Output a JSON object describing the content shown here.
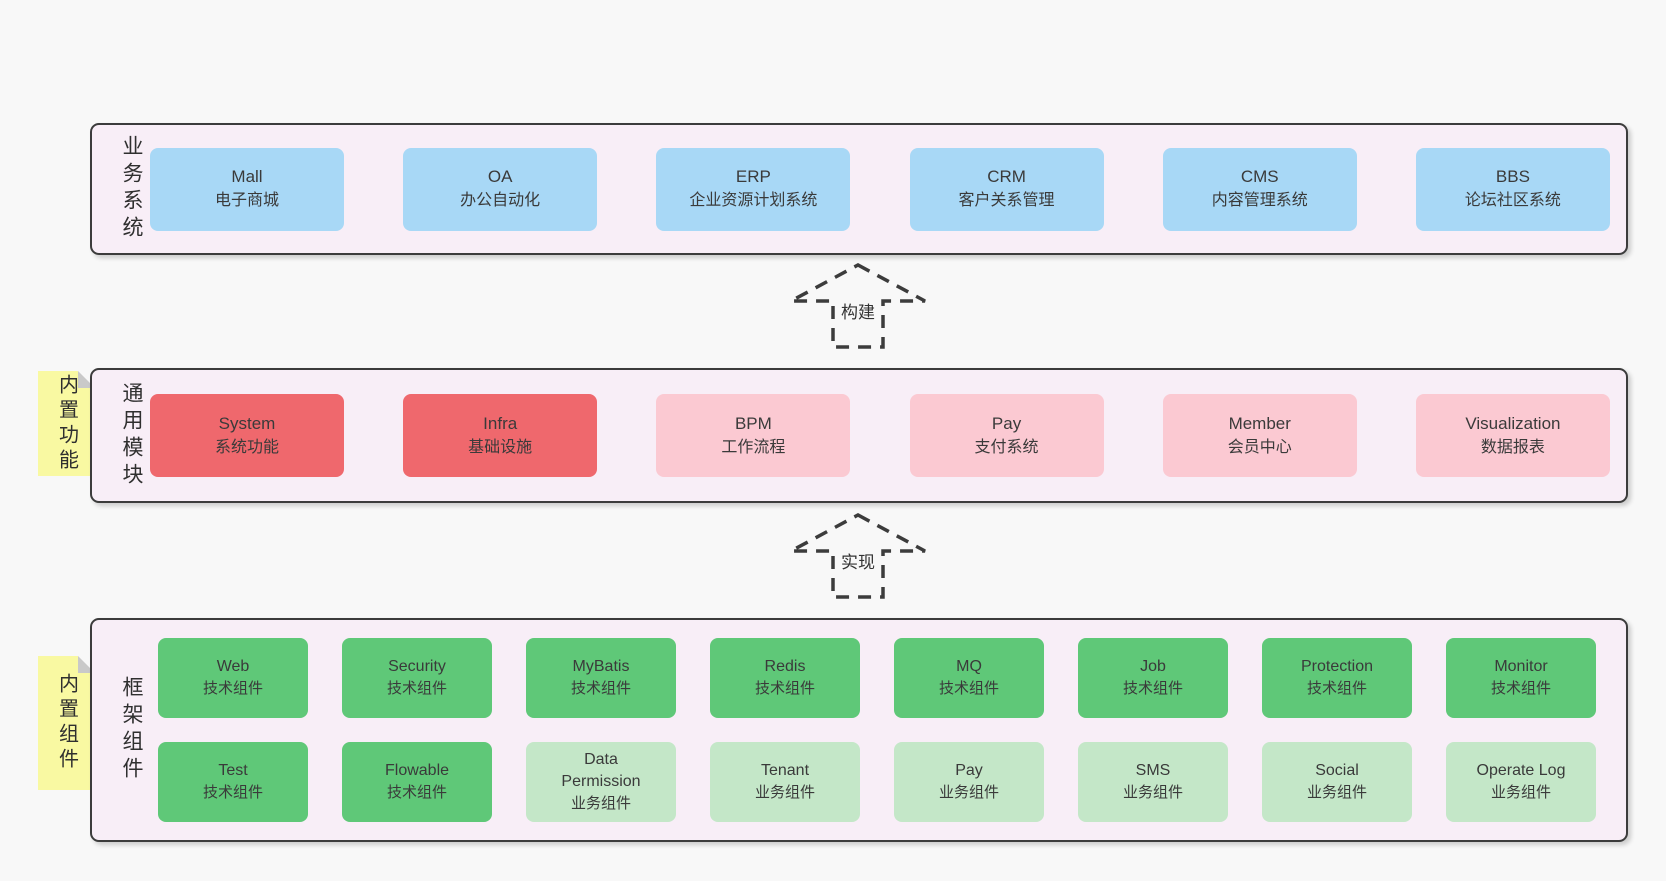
{
  "colors": {
    "page_bg": "#f8f8f8",
    "panel_bg": "#f8eef7",
    "panel_border": "#3c3c3c",
    "blue": "#a8d8f6",
    "red": "#ef686d",
    "pink": "#fbc9d2",
    "green": "#5fc878",
    "light_green": "#c4e7c8",
    "sticky_yellow": "#f9f9a2",
    "fold_gray": "#c9c9c9",
    "text": "#3a3a3a"
  },
  "arrows": [
    {
      "label": "构建",
      "direction": "up"
    },
    {
      "label": "实现",
      "direction": "up"
    }
  ],
  "layers": [
    {
      "label": "业务系统",
      "boxes": [
        {
          "title": "Mall",
          "subtitle": "电子商城",
          "variant": "blue"
        },
        {
          "title": "OA",
          "subtitle": "办公自动化",
          "variant": "blue"
        },
        {
          "title": "ERP",
          "subtitle": "企业资源计划系统",
          "variant": "blue"
        },
        {
          "title": "CRM",
          "subtitle": "客户关系管理",
          "variant": "blue"
        },
        {
          "title": "CMS",
          "subtitle": "内容管理系统",
          "variant": "blue"
        },
        {
          "title": "BBS",
          "subtitle": "论坛社区系统",
          "variant": "blue"
        }
      ]
    },
    {
      "label": "通用模块",
      "sticky": "内置功能",
      "boxes": [
        {
          "title": "System",
          "subtitle": "系统功能",
          "variant": "red"
        },
        {
          "title": "Infra",
          "subtitle": "基础设施",
          "variant": "red"
        },
        {
          "title": "BPM",
          "subtitle": "工作流程",
          "variant": "pink"
        },
        {
          "title": "Pay",
          "subtitle": "支付系统",
          "variant": "pink"
        },
        {
          "title": "Member",
          "subtitle": "会员中心",
          "variant": "pink"
        },
        {
          "title": "Visualization",
          "subtitle": "数据报表",
          "variant": "pink"
        }
      ]
    },
    {
      "label": "框架组件",
      "sticky": "内置组件",
      "rows": [
        [
          {
            "title": "Web",
            "subtitle": "技术组件",
            "variant": "green"
          },
          {
            "title": "Security",
            "subtitle": "技术组件",
            "variant": "green"
          },
          {
            "title": "MyBatis",
            "subtitle": "技术组件",
            "variant": "green"
          },
          {
            "title": "Redis",
            "subtitle": "技术组件",
            "variant": "green"
          },
          {
            "title": "MQ",
            "subtitle": "技术组件",
            "variant": "green"
          },
          {
            "title": "Job",
            "subtitle": "技术组件",
            "variant": "green"
          },
          {
            "title": "Protection",
            "subtitle": "技术组件",
            "variant": "green"
          },
          {
            "title": "Monitor",
            "subtitle": "技术组件",
            "variant": "green"
          }
        ],
        [
          {
            "title": "Test",
            "subtitle": "技术组件",
            "variant": "green"
          },
          {
            "title": "Flowable",
            "subtitle": "技术组件",
            "variant": "green"
          },
          {
            "title": "Data Permission",
            "subtitle": "业务组件",
            "variant": "lightgreen"
          },
          {
            "title": "Tenant",
            "subtitle": "业务组件",
            "variant": "lightgreen"
          },
          {
            "title": "Pay",
            "subtitle": "业务组件",
            "variant": "lightgreen"
          },
          {
            "title": "SMS",
            "subtitle": "业务组件",
            "variant": "lightgreen"
          },
          {
            "title": "Social",
            "subtitle": "业务组件",
            "variant": "lightgreen"
          },
          {
            "title": "Operate Log",
            "subtitle": "业务组件",
            "variant": "lightgreen"
          }
        ]
      ]
    }
  ]
}
